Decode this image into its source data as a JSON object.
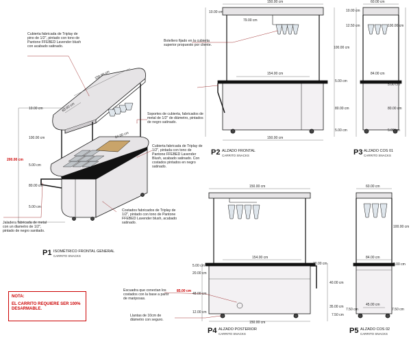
{
  "notes": {
    "roof": "Cubierta fabricada de Triplay de pino de 1/2\", pintado con tono de Pantone FFEBED Lavender blush con acabado satinado.",
    "bottle": "Botellero fijado en la cubierta superior propuesto por cliente.",
    "supports": "Soportes de cubierta, fabricados de metal de 1/2\" de diámetro, pintados de negro satinado.",
    "counter": "Cubierta fabricada de Triplay de 1/2\", pintada con tono de Pantone FFEBED Lavender Blush, acabado satinado. Con costados pintados en negro satinado.",
    "sides": "Costados fabricados de Triplay de 1/2\", pintado con tono de Pantone FFEBED Lavender blush, acabado satinado.",
    "handle": "Jaladera fabricada de metal con un diametro de 1/2\", pintado de negro sanitado.",
    "bracket": "Escuadra que conectan los costados con la base a partir de mariposas.",
    "wheels": "Llantas de 10cm de diámetro con seguro."
  },
  "warning": {
    "title": "NOTA:",
    "text": "EL CARRITO REQUIERE SER 100% DESARMABLE."
  },
  "views": {
    "p1": {
      "num": "P1",
      "title": "ISOMÉTRICO FRONTAL GENERAL",
      "sub": "CARRITO SNACKS"
    },
    "p2": {
      "num": "P2",
      "title": "ALZADO FRONTAL",
      "sub": "CARRITO SNACKS"
    },
    "p3": {
      "num": "P3",
      "title": "ALZADO COS 01",
      "sub": "CARRITO SNACKS"
    },
    "p4": {
      "num": "P4",
      "title": "ALZADO POSTERIOR",
      "sub": "CARRITO SNACKS"
    },
    "p5": {
      "num": "P5",
      "title": "ALZADO COS 02",
      "sub": "CARRITO SNACKS"
    }
  },
  "dims": {
    "iso_w": "150.00 cm",
    "iso_d": "60.00 cm",
    "iso_inner": "84.00 cm",
    "iso_top": "10.00 cm",
    "iso_post": "100.00 cm",
    "iso_total": "200.00 cm",
    "iso_counter": "5.00 cm",
    "iso_body": "80.00 cm",
    "iso_base": "5.00 cm",
    "p2_top": "150.00 cm",
    "p2_roof": "10.00 cm",
    "p2_bottle": "79.00 cm",
    "p2_post": "100.00 cm",
    "p2_mid": "154.00 cm",
    "p2_counter": "5.00 cm",
    "p2_body": "80.00 cm",
    "p2_base": "5.00 cm",
    "p2_bottom": "150.00 cm",
    "p3_top": "60.00 cm",
    "p3_roof": "10.00 cm",
    "p3_gap": "12.50 cm",
    "p3_post": "100.00 cm",
    "p3_mid": "84.00 cm",
    "p3_counter": "5.00 cm",
    "p3_body": "80.00 cm",
    "p3_base": "5.00 cm",
    "p4_top": "150.00 cm",
    "p4_mid": "154.00 cm",
    "p4_handle": "30.00 cm",
    "p4_counter": "5.00 cm",
    "p4_a": "20.00 cm",
    "p4_b": "48.00 cm",
    "p4_c": "12.00 cm",
    "p4_red": "85.00 cm",
    "p4_d": "40.00 cm",
    "p4_e": "35.00 cm",
    "p4_f": "7.50 cm",
    "p4_bottom": "150.00 cm",
    "p5_top": "60.00 cm",
    "p5_post": "100.00 cm",
    "p5_mid": "84.00 cm",
    "p5_counter": "5.00 cm",
    "p5_inner": "45.00 cm",
    "p5_side1": "7.50 cm",
    "p5_side2": "7.50 cm"
  },
  "colors": {
    "line": "#111111",
    "annot": "#8b0000",
    "shade": "#e6e4e6",
    "wood": "#c9a46a",
    "glass": "#dfe6ec"
  }
}
